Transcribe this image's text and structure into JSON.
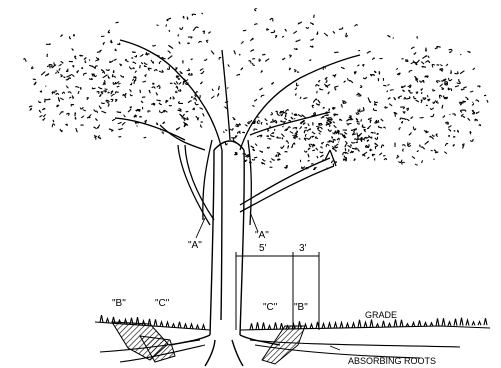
{
  "labels": {
    "a_left": "\"A\"",
    "a_right": "\"A\"",
    "dim_5": "5'",
    "dim_3": "3'",
    "b_left": "\"B\"",
    "c_left": "\"C\"",
    "c_right": "\"C\"",
    "b_right": "\"B\"",
    "grade": "GRADE",
    "absorbing_roots": "ABSORBING ROOTS"
  }
}
